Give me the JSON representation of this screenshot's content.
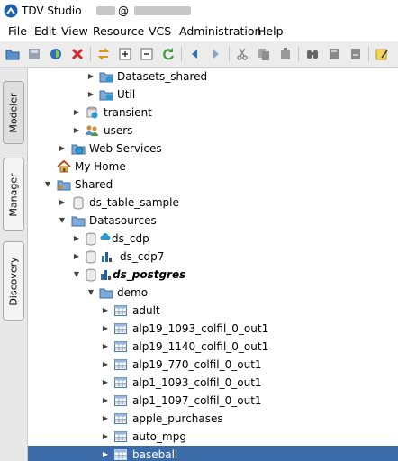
{
  "window": {
    "title": "TDV Studio",
    "at_symbol": "@"
  },
  "menu": {
    "items": [
      "File",
      "Edit",
      "View",
      "Resource",
      "VCS",
      "Administration",
      "Help"
    ]
  },
  "toolbar": {
    "icons": [
      "open-folder-icon",
      "save-icon",
      "save-all-icon",
      "delete-icon",
      "move-icon",
      "add-icon",
      "remove-icon",
      "refresh-icon",
      "back-icon",
      "forward-icon",
      "cut-icon",
      "copy-icon",
      "paste-icon",
      "binoculars-icon",
      "find-icon",
      "find-next-icon",
      "edit-icon"
    ]
  },
  "sidetabs": {
    "modeler": "Modeler",
    "manager": "Manager",
    "discovery": "Discovery"
  },
  "tree": {
    "rows": [
      {
        "label": "Datasets_shared",
        "icon": "folder-db-icon",
        "arrow": "collapsed"
      },
      {
        "label": "Util",
        "icon": "folder-db-icon",
        "arrow": "collapsed"
      },
      {
        "label": "transient",
        "icon": "db-globe-icon",
        "arrow": "collapsed"
      },
      {
        "label": "users",
        "icon": "users-icon",
        "arrow": "collapsed"
      },
      {
        "label": "Web Services",
        "icon": "web-services-icon",
        "arrow": "collapsed"
      },
      {
        "label": "My Home",
        "icon": "home-icon",
        "arrow": "none"
      },
      {
        "label": "Shared",
        "icon": "shared-folder-icon",
        "arrow": "expanded"
      },
      {
        "label": "ds_table_sample",
        "icon": "datasource-icon",
        "arrow": "collapsed"
      },
      {
        "label": "Datasources",
        "icon": "folder-icon",
        "arrow": "expanded"
      },
      {
        "label": "ds_cdp",
        "icon": "datasource-icon",
        "arrow": "collapsed"
      },
      {
        "label": "ds_cdp7",
        "icon": "datasource-icon",
        "arrow": "collapsed"
      },
      {
        "label": "ds_postgres",
        "icon": "datasource-icon",
        "arrow": "expanded"
      },
      {
        "label": "demo",
        "icon": "folder-icon",
        "arrow": "expanded"
      },
      {
        "label": "adult",
        "icon": "table-icon",
        "arrow": "collapsed"
      },
      {
        "label": "alp19_1093_colfil_0_out1",
        "icon": "table-icon",
        "arrow": "collapsed"
      },
      {
        "label": "alp19_1140_colfil_0_out1",
        "icon": "table-icon",
        "arrow": "collapsed"
      },
      {
        "label": "alp19_770_colfil_0_out1",
        "icon": "table-icon",
        "arrow": "collapsed"
      },
      {
        "label": "alp1_1093_colfil_0_out1",
        "icon": "table-icon",
        "arrow": "collapsed"
      },
      {
        "label": "alp1_1097_colfil_0_out1",
        "icon": "table-icon",
        "arrow": "collapsed"
      },
      {
        "label": "apple_purchases",
        "icon": "table-icon",
        "arrow": "collapsed"
      },
      {
        "label": "auto_mpg",
        "icon": "table-icon",
        "arrow": "collapsed"
      },
      {
        "label": "baseball",
        "icon": "table-icon",
        "arrow": "collapsed",
        "selected": true
      }
    ]
  }
}
